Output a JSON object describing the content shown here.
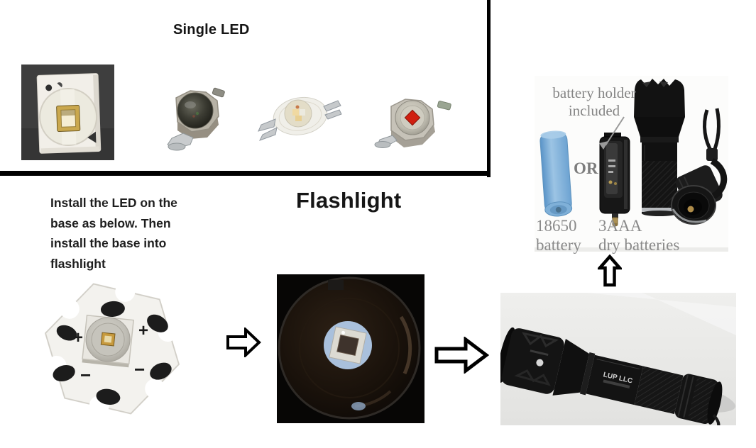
{
  "single_led": {
    "title": "Single LED"
  },
  "battery_kit": {
    "annotation_line1": "battery holder",
    "annotation_line2": "included",
    "or_label": "OR",
    "battery_18650_line1": "18650",
    "battery_18650_line2": "battery",
    "battery_3aaa_line1": "3AAA",
    "battery_3aaa_line2": "dry batteries"
  },
  "assembly": {
    "title": "Flashlight",
    "instruction_line1": "Install the LED on the",
    "instruction_line2": "base as below. Then",
    "instruction_line3": "install the base into",
    "instruction_line4": "flashlight",
    "star_plus_left": "+",
    "star_plus_right": "+",
    "star_minus_left": "−",
    "star_minus_right": "−",
    "flashlight_brand": "LUP LLC"
  },
  "colors": {
    "divider": "#000000",
    "annotation_text": "#8a8a8a",
    "battery_blue": "#7db0dd",
    "led1_photo_bg": "#3e3e3e",
    "reflector_photo_bg": "#070605",
    "flashlight_photo_bg": "#e9e9e7"
  }
}
